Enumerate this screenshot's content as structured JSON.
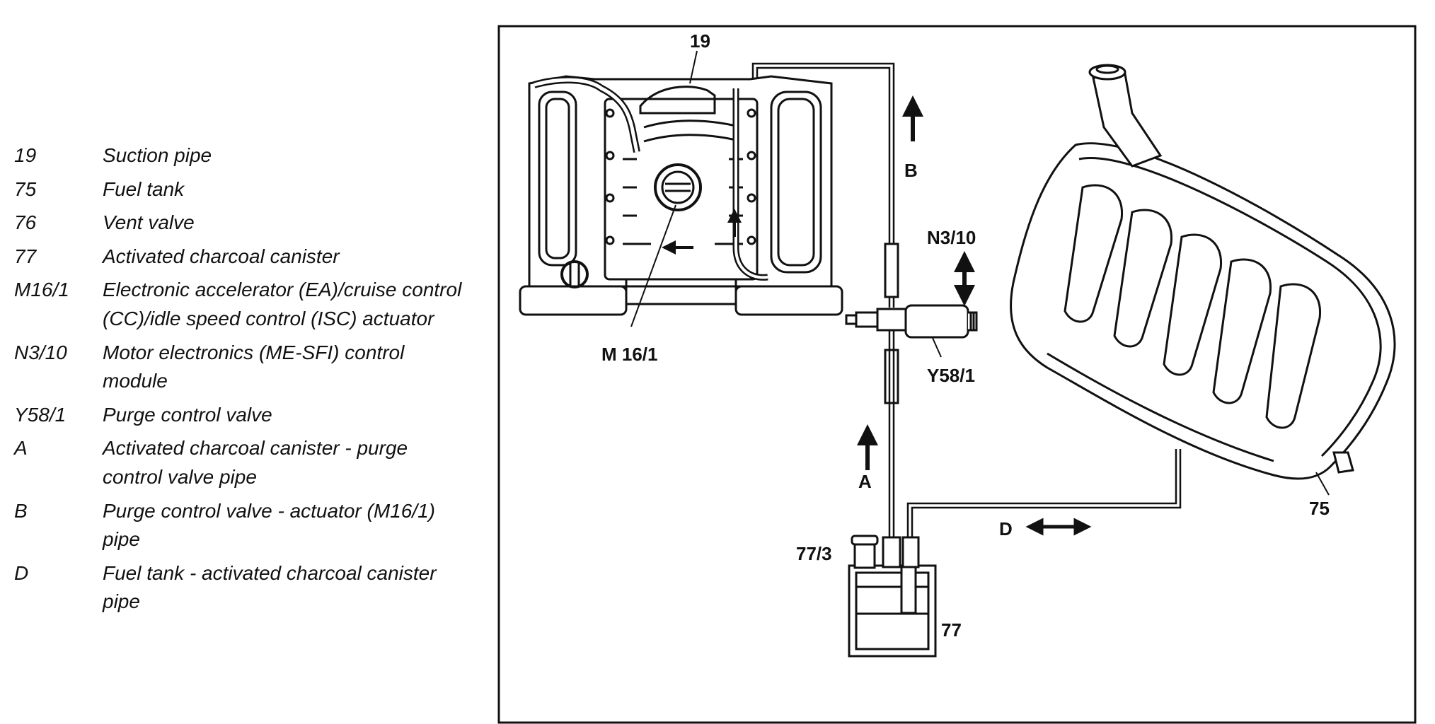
{
  "legend": {
    "items": [
      {
        "code": "19",
        "description": "Suction pipe"
      },
      {
        "code": "75",
        "description": "Fuel tank"
      },
      {
        "code": "76",
        "description": "Vent valve"
      },
      {
        "code": "77",
        "description": "Activated charcoal canister"
      },
      {
        "code": "M16/1",
        "description": "Electronic accelerator (EA)/cruise control (CC)/idle speed control (ISC) actuator"
      },
      {
        "code": "N3/10",
        "description": "Motor electronics (ME-SFI) control module"
      },
      {
        "code": "Y58/1",
        "description": "Purge control valve"
      },
      {
        "code": "A",
        "description": "Activated charcoal canister - purge control valve pipe"
      },
      {
        "code": "B",
        "description": "Purge control valve - actuator (M16/1) pipe"
      },
      {
        "code": "D",
        "description": "Fuel tank - activated charcoal canister pipe"
      }
    ]
  },
  "diagram": {
    "labels": {
      "suction_pipe": "19",
      "actuator": "M 16/1",
      "pipe_b": "B",
      "control_module": "N3/10",
      "purge_valve": "Y58/1",
      "pipe_a": "A",
      "canister_port": "77/3",
      "canister": "77",
      "pipe_d": "D",
      "fuel_tank": "75"
    }
  }
}
